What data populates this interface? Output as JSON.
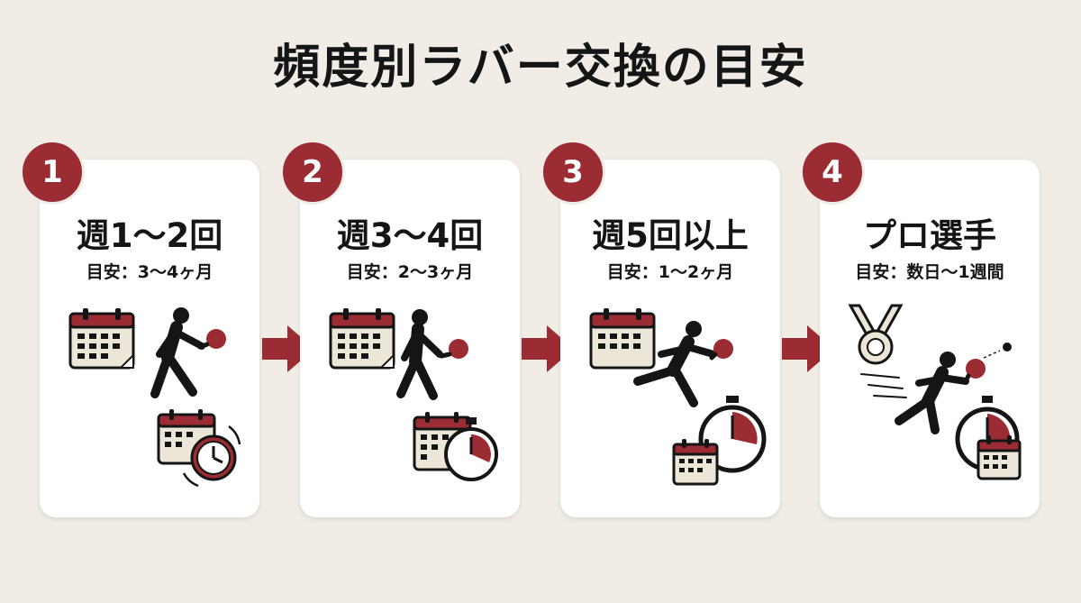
{
  "title": "頻度別ラバー交換の目安",
  "steps": [
    {
      "number": "1",
      "frequency": "週1〜2回",
      "guide": "目安：3〜4ヶ月"
    },
    {
      "number": "2",
      "frequency": "週3〜4回",
      "guide": "目安：2〜3ヶ月"
    },
    {
      "number": "3",
      "frequency": "週5回以上",
      "guide": "目安：1〜2ヶ月"
    },
    {
      "number": "4",
      "frequency": "プロ選手",
      "guide": "目安：数日〜1週間"
    }
  ],
  "colors": {
    "accent": "#9b2c33",
    "background": "#f1ede6",
    "card": "#ffffff",
    "text": "#151515",
    "icon_fill": "#ece6d8"
  },
  "icons": [
    "calendar-icon",
    "player-icon",
    "ping-pong-paddle-icon",
    "clock-icon",
    "stopwatch-icon",
    "medal-icon",
    "arrow-right-icon"
  ]
}
